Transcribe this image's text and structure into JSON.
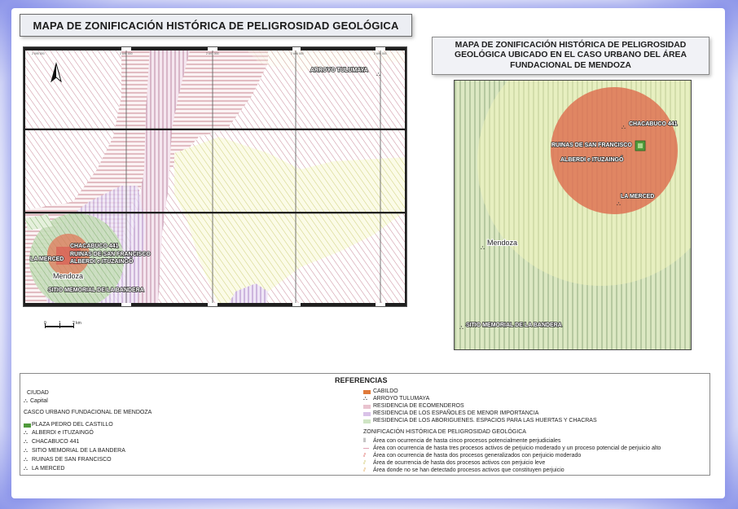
{
  "main_title": "MAPA DE ZONIFICACIÓN HISTÓRICA DE PELIGROSIDAD GEOLÓGICA",
  "inset_title": [
    "MAPA DE ZONIFICACIÓN HISTÓRICA DE PELIGROSIDAD",
    "GEOLÓGICA UBICADO EN EL CASO URBANO DEL ÁREA",
    "FUNDACIONAL DE MENDOZA"
  ],
  "main_map": {
    "labels": {
      "arroyo": "ARROYO TULUMAYA",
      "chacabuco": "CHACABUCO 441",
      "ruinas": "RUINAS DE SAN FRANCISCO",
      "alberdi": "ALBERDI e ITUZAINGÓ",
      "merced": "LA MERCED",
      "mendoza": "Mendoza",
      "bandera": "SITIO MEMORIAL DE LA BANDERA"
    },
    "scale": [
      "0",
      "1",
      "2 km"
    ]
  },
  "inset_map": {
    "labels": {
      "chacabuco": "CHACABUCO 441",
      "ruinas": "RUINAS DE SAN FRANCISCO",
      "alberdi": "ALBERDI e ITUZAINGÓ",
      "merced": "LA MERCED",
      "mendoza": "Mendoza",
      "bandera": "SITIO MEMORIAL DE LA BANDERA"
    }
  },
  "legend": {
    "title": "REFERENCIAS",
    "ciudad_header": "CIUDAD",
    "capital": "Capital",
    "casco_header": "CASCO URBANO FUNDACIONAL DE MENDOZA",
    "casco_items": [
      "PLAZA PEDRO DEL CASTILLO",
      "ALBERDI e ITUZAINGÓ",
      "CHACABUCO 441",
      "SITIO MEMORIAL DE LA BANDERA",
      "RUINAS DE SAN FRANCISCO",
      "LA MERCED"
    ],
    "upper_right": [
      {
        "label": "CABILDO",
        "color": "#e07a3a"
      },
      {
        "label": "ARROYO TULUMAYA",
        "color": "#444444"
      },
      {
        "label": "RESIDENCIA DE ECOMENDEROS",
        "color": "#d7a8c8"
      },
      {
        "label": "RESIDENCIA DE LOS ESPAÑOLES DE MENOR IMPORTANCIA",
        "color": "#c9a1d6"
      },
      {
        "label": "RESIDENCIA DE LOS ABORIGUENES. ESPACIOS PARA LAS HUERTAS Y CHACRAS",
        "color": "#b5d6a7"
      }
    ],
    "zonif_header": "ZONIFICACIÓN HISTÓRICA DE PELIGROSIDAD GEOLÓGICA",
    "zonif_items": [
      {
        "label": "Área con ocurrencia de hasta cinco procesos potencialmente perjudiciales",
        "color": "#777777"
      },
      {
        "label": "Área con ocurrencia de hasta tres procesos activos de perjuicio moderado y un proceso potencial de perjuicio alto",
        "color": "#c2456a"
      },
      {
        "label": "Área con ocurrencia de hasta dos procesos generalizados con perjuicio moderado",
        "color": "#d9534f"
      },
      {
        "label": "Área de ocurrencia de hasta dos procesos activos con perjuicio leve",
        "color": "#d8d070"
      },
      {
        "label": "Área donde no se han detectado procesos activos que constituyen perjuicio",
        "color": "#e0a24a"
      }
    ]
  }
}
